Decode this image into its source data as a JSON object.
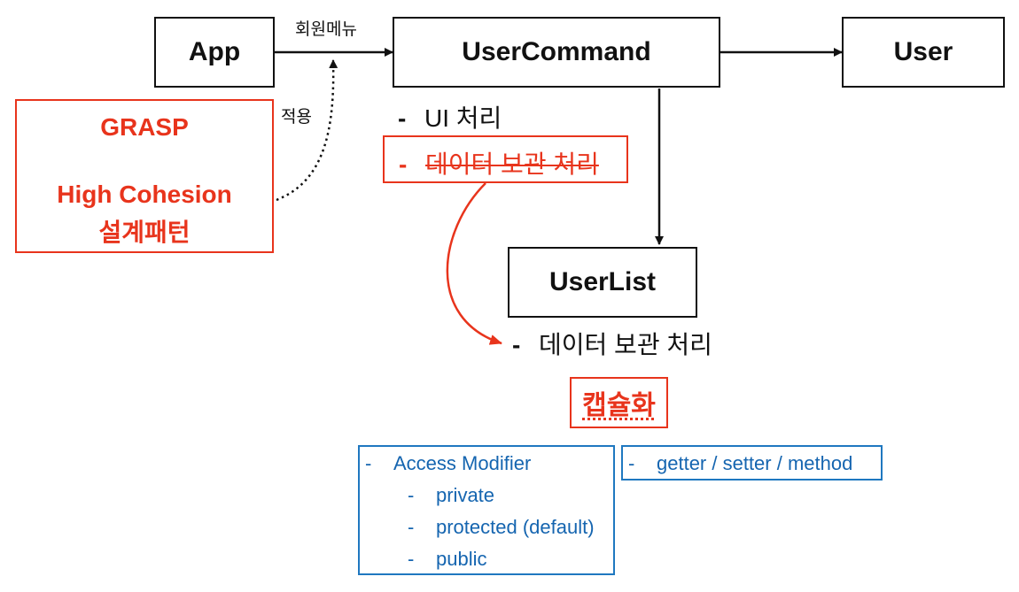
{
  "nodes": {
    "app": "App",
    "user_command": "UserCommand",
    "user": "User",
    "user_list": "UserList"
  },
  "edge_labels": {
    "member_menu": "회원메뉴",
    "apply": "적용"
  },
  "grasp_box": {
    "title": "GRASP",
    "pattern": "High Cohesion",
    "subtitle": "설계패턴"
  },
  "user_command_notes": {
    "dash": "-",
    "ui": "UI 처리",
    "data_struck": "데이터 보관 처리"
  },
  "user_list_notes": {
    "dash": "-",
    "data": "데이터 보관 처리"
  },
  "encapsulation": "캡슐화",
  "access_box": {
    "dash": "-",
    "title": "Access Modifier",
    "items": [
      "private",
      "protected (default)",
      "public"
    ]
  },
  "getter_box": {
    "dash": "-",
    "text": "getter / setter / method"
  },
  "colors": {
    "black": "#111111",
    "red": "#e8341c",
    "blue": "#1565b0"
  }
}
